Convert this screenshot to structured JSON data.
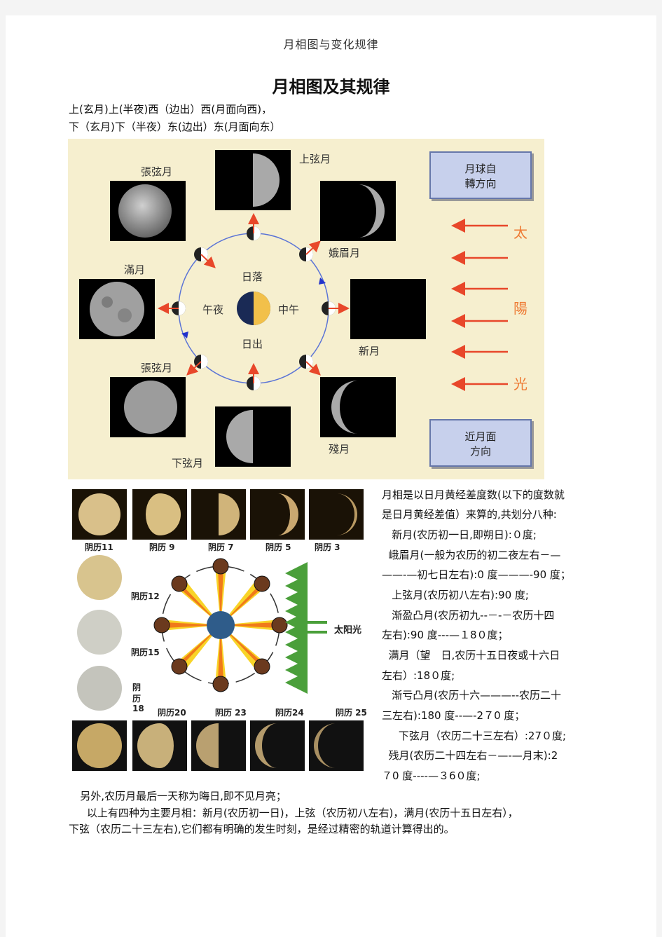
{
  "header": "月相图与变化规律",
  "title": "月相图及其规律",
  "rule_lines": [
    "上(玄月)上(半夜)西（边出）西(月面向西)，",
    "下（玄月)下（半夜）东(边出）东(月面向东）"
  ],
  "figure1": {
    "phases": {
      "waxing_gibbous": "張弦月",
      "first_quarter": "上弦月",
      "crescent": "娥眉月",
      "full": "滿月",
      "new": "新月",
      "waning_gibbous": "張弦月",
      "last_quarter": "下弦月",
      "waning_crescent": "殘月"
    },
    "center": {
      "sunset": "日落",
      "midnight": "午夜",
      "noon": "中午",
      "sunrise": "日出"
    },
    "rotation_box": [
      "月球自",
      "轉方向"
    ],
    "nearside_box": [
      "近月面",
      "方向"
    ],
    "sunlight": [
      "太",
      "陽",
      "光"
    ],
    "colors": {
      "background": "#f6efcf",
      "arrow": "#e8472a",
      "orbit": "#5b74d6",
      "box": "#c7d0ec",
      "sun_text": "#ee7a33"
    }
  },
  "figure2": {
    "top_labels": [
      "阴历11",
      "阴历 9",
      "阴历 7",
      "阴历 5",
      "阴历 3"
    ],
    "left_labels": [
      "阴历12",
      "阴历15",
      "阴",
      "历",
      "18"
    ],
    "bottom_labels": [
      "阴历20",
      "阴历 23",
      "阴历24",
      "阴历 25"
    ],
    "sunlight": "太阳光",
    "colors": {
      "sun_arrow": "#4a9f3a",
      "ray_orange": "#f07a1a",
      "ray_yellow": "#f8d21c"
    }
  },
  "right_text": [
    "月相是以日月黄经差度数(以下的度数就",
    "是日月黄经差值）来算的,共划分八种:",
    "   新月(农历初一日,即朔日):０度;",
    "  峨眉月(一般为农历的初二夜左右－—",
    "——-—初七日左右):0 度———-90 度；",
    "   上弦月(农历初八左右):90 度;",
    "   渐盈凸月(农历初九--－-－农历十四",
    "左右):90 度---—１8０度；",
    "  满月（望　日,农历十五日夜或十六日",
    "左右）:18０度;",
    "   渐亏凸月(农历十六———--农历二十",
    "三左右):180 度--—-2７0 度；",
    "     下弦月（农历二十三左右）:27０度;",
    "  残月(农历二十四左右－—-—月末):2",
    "７0 度----—３6０度;"
  ],
  "bottom_text": [
    "   另外,农历月最后一天称为晦日,即不见月亮；",
    "     以上有四种为主要月相：新月(农历初一日)，上弦（农历初八左右)，满月(农历十五日左右），",
    "下弦（农历二十三左右),它们都有明确的发生时刻，是经过精密的轨道计算得出的。"
  ]
}
